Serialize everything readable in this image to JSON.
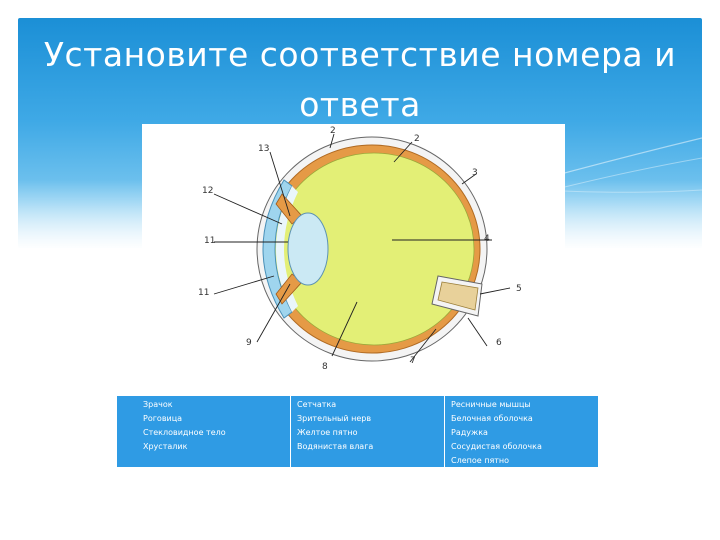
{
  "title": "Установите соответствие номера и ответа",
  "diagram": {
    "labels": [
      "13",
      "2",
      "2",
      "12",
      "11",
      "11",
      "9",
      "8",
      "7",
      "6",
      "5",
      "4",
      "3"
    ]
  },
  "answers": {
    "col1": [
      "Зрачок",
      "Роговица",
      "Стекловидное тело",
      "Хрусталик"
    ],
    "col2": [
      "Сетчатка",
      "Зрительный нерв",
      "Желтое пятно",
      "Водянистая влага"
    ],
    "col3": [
      "Ресничные мышцы",
      "Белочная оболочка",
      "Радужка",
      "Сосудистая оболочка",
      "Слепое пятно"
    ]
  },
  "colors": {
    "header": "#2f9be4",
    "vitreous": "#e3ef76",
    "cornea": "#9fd5ee",
    "choroid": "#e59a46",
    "lens": "#cbe9f4",
    "nerve": "#e8d19a"
  }
}
